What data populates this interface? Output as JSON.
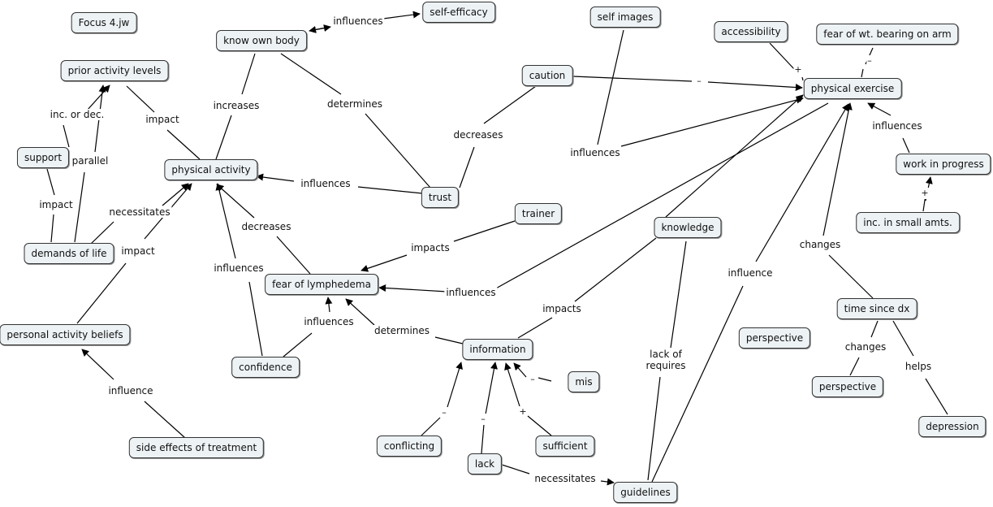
{
  "concepts": {
    "focus": "Focus 4.jw",
    "prior_activity_levels": "prior activity levels",
    "support": "support",
    "demands_of_life": "demands of life",
    "physical_activity": "physical activity",
    "know_own_body": "know own body",
    "self_efficacy": "self-efficacy",
    "personal_activity_beliefs": "personal activity beliefs",
    "side_effects": "side effects of treatment",
    "confidence": "confidence",
    "fear_of_lymphedema": "fear of lymphedema",
    "trust": "trust",
    "caution": "caution",
    "self_images": "self images",
    "trainer": "trainer",
    "accessibility": "accessibility",
    "fear_of_wt_bearing": "fear of wt. bearing on arm",
    "physical_exercise": "physical exercise",
    "work_in_progress": "work in progress",
    "inc_small_amts": "inc. in small amts.",
    "knowledge": "knowledge",
    "information": "information",
    "mis": "mis",
    "conflicting": "conflicting",
    "sufficient": "sufficient",
    "lack": "lack",
    "guidelines": "guidelines",
    "time_since_dx": "time since dx",
    "perspective_1": "perspective",
    "perspective_2": "perspective",
    "depression": "depression"
  },
  "link_labels": {
    "influences_selfeff": "influences",
    "increases": "increases",
    "determines_trust": "determines",
    "inc_or_dec": "inc. or dec.",
    "impact_pal": "impact",
    "parallel": "parallel",
    "impact_support": "impact",
    "necessitates_dol": "necessitates",
    "impact_pab": "impact",
    "influence_side": "influence",
    "decreases_fol": "decreases",
    "influences_conf_pa": "influences",
    "influences_conf_fol": "influences",
    "influences_trust": "influences",
    "decreases_caution": "decreases",
    "influences_selfimg": "influences",
    "impacts_trainer": "impacts",
    "influences_pe_fol": "influences",
    "determines_info": "determines",
    "impacts_know": "impacts",
    "lack_of_requires": "lack of\nrequires",
    "influence_guide": "influence",
    "changes_time": "changes",
    "influences_wip": "influences",
    "changes_persp": "changes",
    "helps": "helps",
    "necessitates_lack": "necessitates"
  },
  "signs": {
    "plus": "+",
    "minus": "–"
  }
}
